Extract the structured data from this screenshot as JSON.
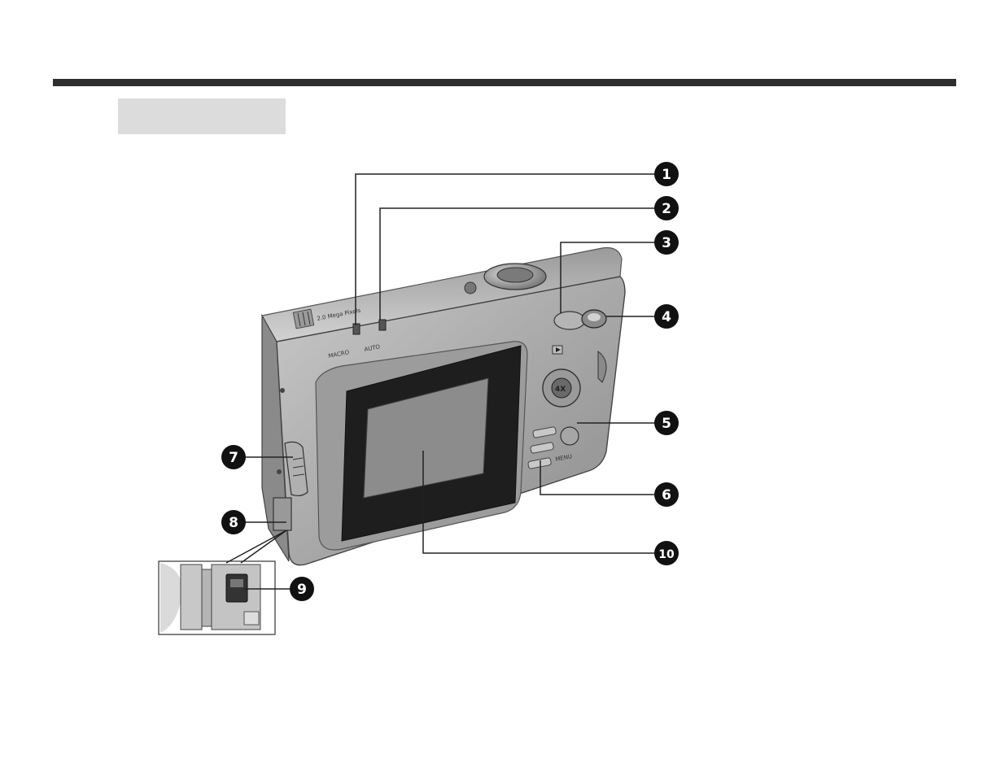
{
  "header": {
    "section_label": ""
  },
  "figure": {
    "callouts": [
      {
        "id": "1",
        "label": "1"
      },
      {
        "id": "2",
        "label": "2"
      },
      {
        "id": "3",
        "label": "3"
      },
      {
        "id": "4",
        "label": "4"
      },
      {
        "id": "5",
        "label": "5"
      },
      {
        "id": "6",
        "label": "6"
      },
      {
        "id": "7",
        "label": "7"
      },
      {
        "id": "8",
        "label": "8"
      },
      {
        "id": "9",
        "label": "9"
      },
      {
        "id": "10",
        "label": "10"
      }
    ],
    "camera_text": {
      "body_text": "2.0 Mega Pixels",
      "switch_left": "MACRO",
      "switch_right": "AUTO",
      "dpad_center": "4X",
      "menu_label": "MENU"
    }
  }
}
